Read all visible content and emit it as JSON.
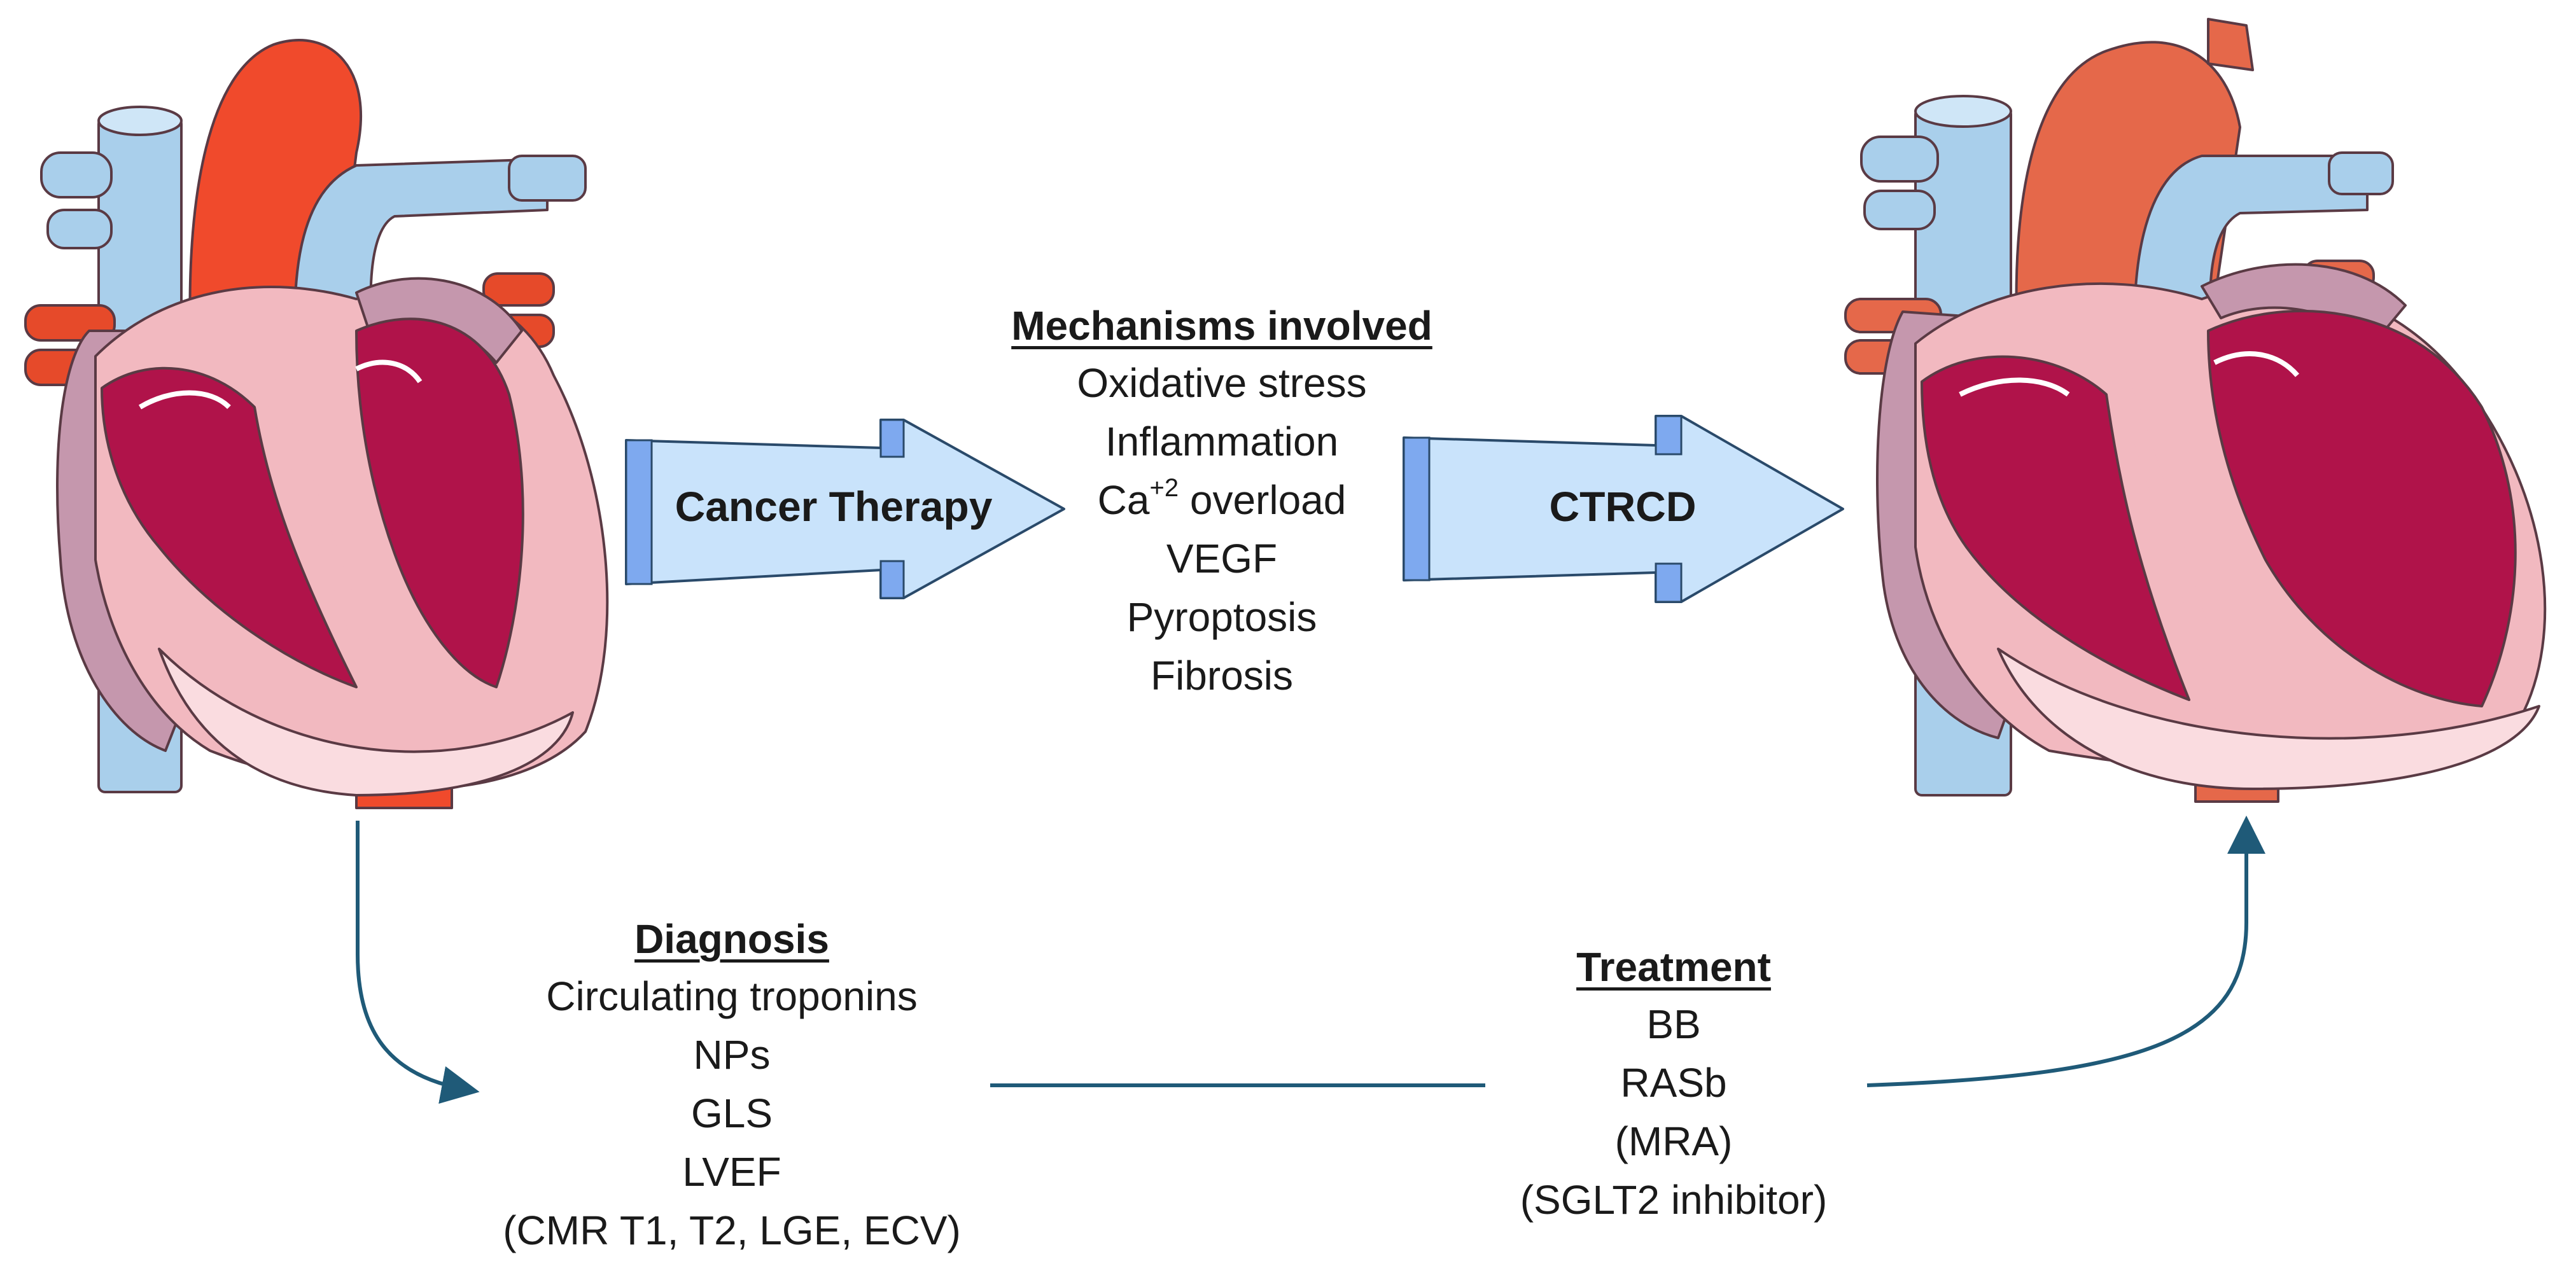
{
  "arrows": {
    "cancer_therapy": "Cancer Therapy",
    "ctrcd": "CTRCD"
  },
  "mechanisms": {
    "heading": "Mechanisms involved",
    "items": [
      "Oxidative stress",
      "Inflammation",
      "Ca",
      "overload",
      "VEGF",
      "Pyroptosis",
      "Fibrosis"
    ],
    "ca_superscript": "+2"
  },
  "diagnosis": {
    "heading": "Diagnosis",
    "items": [
      "Circulating troponins",
      "NPs",
      "GLS",
      "LVEF",
      "(CMR T1, T2, LGE, ECV)"
    ]
  },
  "treatment": {
    "heading": "Treatment",
    "items": [
      "BB",
      "RASb",
      "(MRA)",
      "(SGLT2 inhibitor)"
    ]
  },
  "colors": {
    "arrow_fill": "#c9e3fb",
    "arrow_accent": "#7ea9ef",
    "flow_line": "#1f5a78",
    "aorta_red": "#f04a2c",
    "vein_blue": "#a9cfeb",
    "myocardium_pink": "#f2b9c0",
    "chamber_crimson": "#b0134a",
    "atrium_mauve": "#c597ad"
  },
  "icons": [
    "heart-normal-illustration",
    "heart-dilated-illustration"
  ]
}
